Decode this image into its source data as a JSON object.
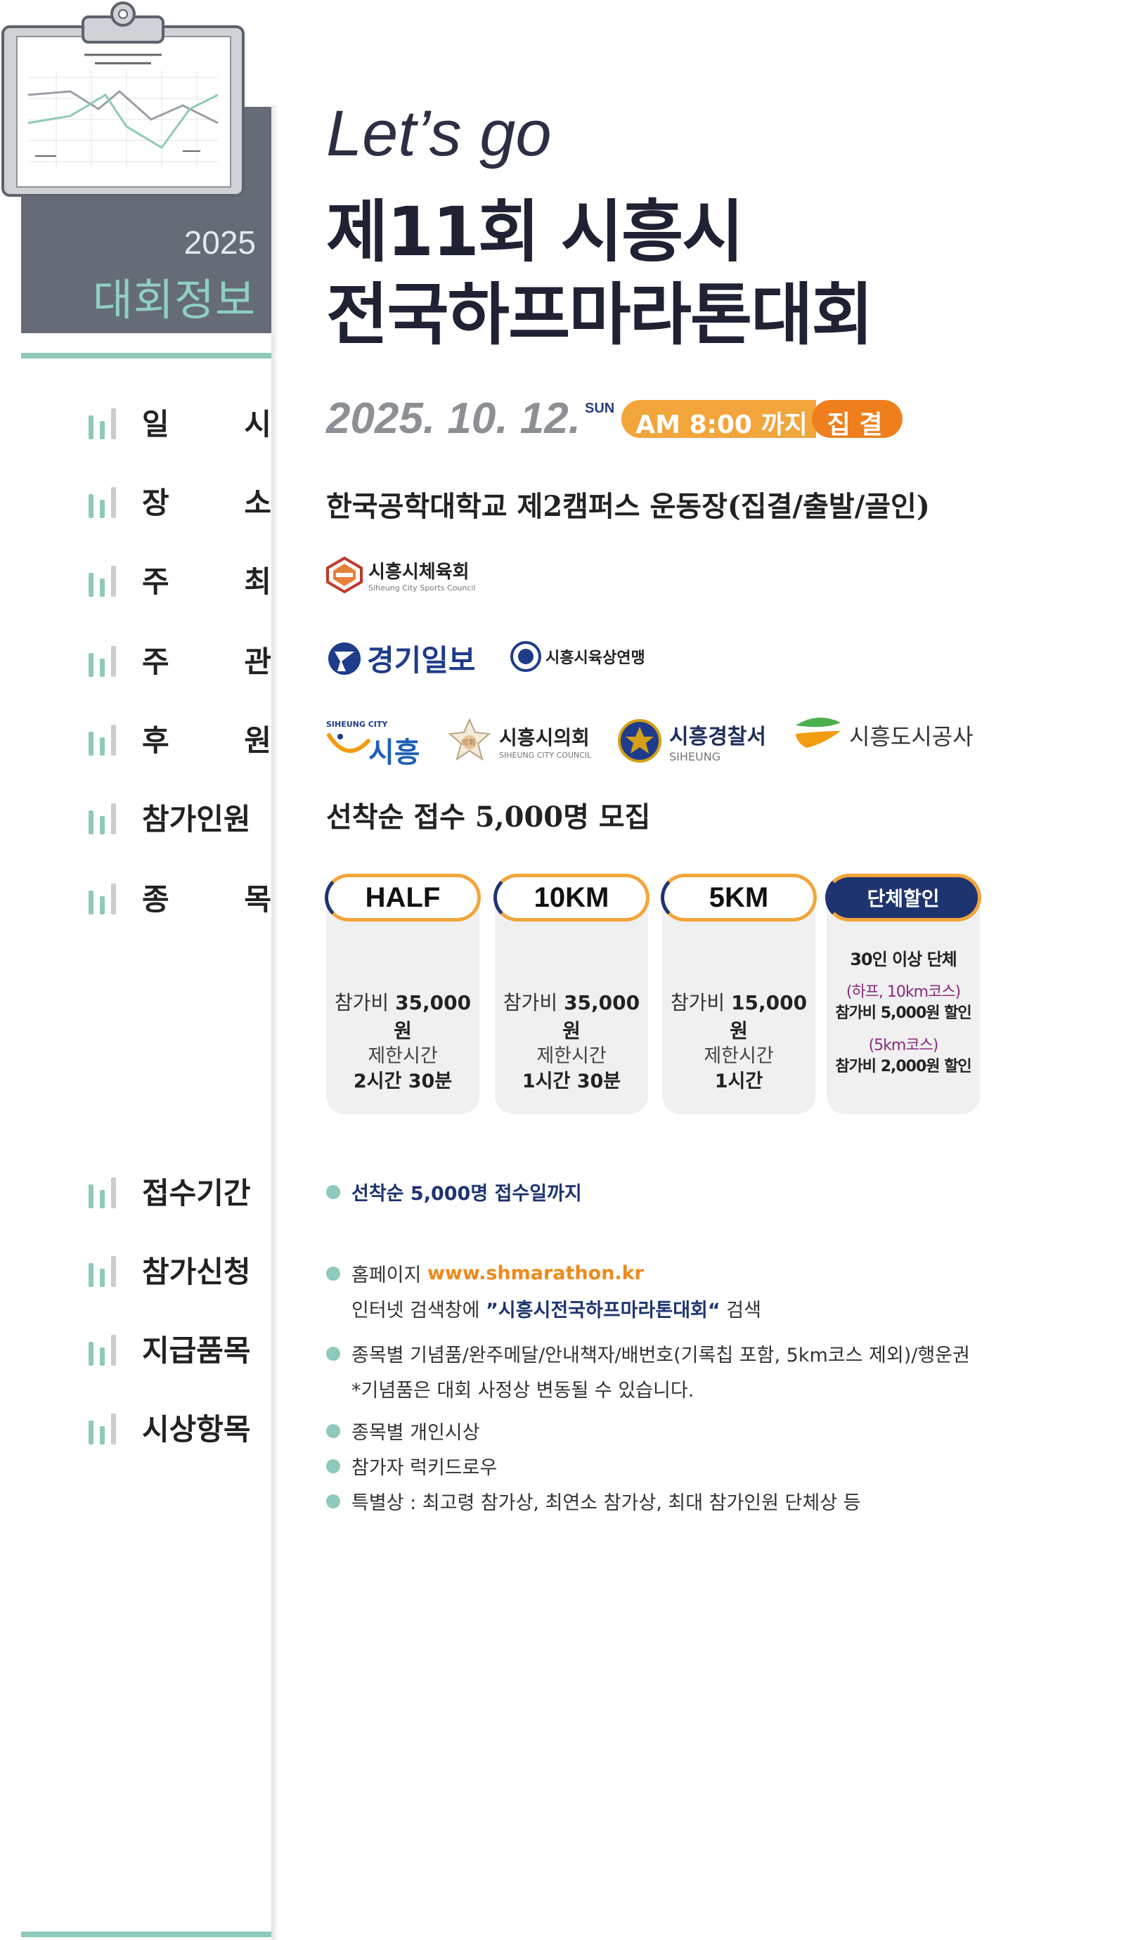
{
  "sidebar": {
    "year": "2025",
    "title": "대회정보",
    "labels": {
      "date": [
        "일",
        "시"
      ],
      "venue": [
        "장",
        "소"
      ],
      "host": [
        "주",
        "최"
      ],
      "organizer": [
        "주",
        "관"
      ],
      "sponsor": [
        "후",
        "원"
      ],
      "participants": "참가인원",
      "events": [
        "종",
        "목"
      ],
      "reg_period": "접수기간",
      "reg_method": "참가신청",
      "goods": "지급품목",
      "awards": "시상항목"
    }
  },
  "header": {
    "lets_go": "Let’s go",
    "title_line1": "제11회 시흥시",
    "title_line2": "전국하프마라톤대회"
  },
  "date": {
    "text": "2025. 10. 12.",
    "day": "SUN",
    "time": "AM 8:00 까지",
    "gather": "집 결"
  },
  "venue": "한국공학대학교 제2캠퍼스 운동장(집결/출발/골인)",
  "host": {
    "name": "시흥시체육회",
    "sub": "Siheung City Sports Council"
  },
  "organizer": {
    "newspaper": "경기일보",
    "athletics": "시흥시육상연맹"
  },
  "sponsors": {
    "city_small": "SIHEUNG CITY",
    "city": "시흥",
    "council": "시흥시의회",
    "council_sub": "SIHEUNG CITY COUNCIL",
    "council_seal": "의회",
    "police": "시흥경찰서",
    "police_sub": "SIHEUNG",
    "corp": "시흥도시공사"
  },
  "participants": "선착순 접수 5,000명 모집",
  "events": [
    {
      "name": "HALF",
      "fee_label": "참가비",
      "fee": "35,000원",
      "limit_label": "제한시간",
      "limit": "2시간 30분"
    },
    {
      "name": "10KM",
      "fee_label": "참가비",
      "fee": "35,000원",
      "limit_label": "제한시간",
      "limit": "1시간 30분"
    },
    {
      "name": "5KM",
      "fee_label": "참가비",
      "fee": "15,000원",
      "limit_label": "제한시간",
      "limit": "1시간"
    }
  ],
  "group_discount": {
    "tab": "단체할인",
    "title": "30인 이상 단체",
    "course1": "(하프, 10km코스)",
    "discount1": "참가비 5,000원 할인",
    "course2": "(5km코스)",
    "discount2": "참가비 2,000원 할인"
  },
  "registration_period": "선착순 5,000명 접수일까지",
  "application": {
    "prefix": "홈페이지",
    "url": "www.shmarathon.kr",
    "search_prefix": "인터넷 검색창에",
    "search_term": "”시흥시전국하프마라톤대회“",
    "search_suffix": "검색"
  },
  "goods": {
    "text": "종목별 기념품/완주메달/안내책자/배번호(기록칩 포함, 5km코스 제외)/행운권",
    "note": "*기념품은 대회 사정상 변동될 수 있습니다."
  },
  "awards": [
    "종목별 개인시상",
    "참가자 럭키드로우",
    "특별상 : 최고령 참가상, 최연소 참가상, 최대 참가인원 단체상 등"
  ],
  "colors": {
    "mint": "#8ec9bc",
    "slate": "#656c78",
    "orange": "#f2a53a",
    "deep_orange": "#ee7f1c",
    "navy": "#1e3470",
    "purple": "#8a2a7e"
  }
}
